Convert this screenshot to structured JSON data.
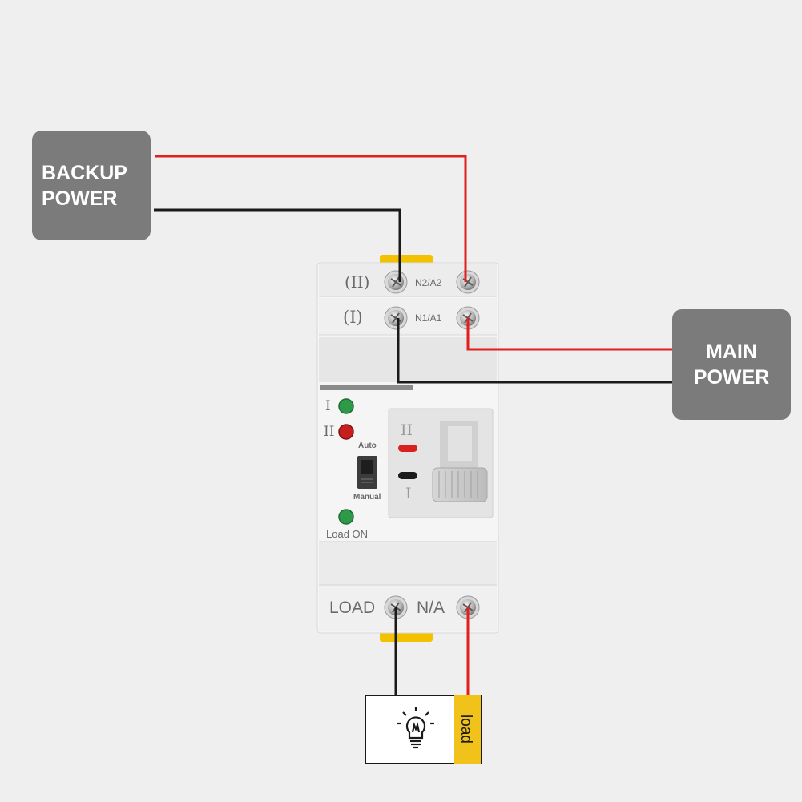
{
  "sources": {
    "backup": {
      "line1": "BACKUP",
      "line2": "POWER"
    },
    "main": {
      "line1": "MAIN",
      "line2": "POWER"
    }
  },
  "switch": {
    "terminal_ii_symbol": "(II)",
    "terminal_ii_label": "N2/A2",
    "terminal_i_symbol": "(I)",
    "terminal_i_label": "N1/A1",
    "indicator_i": "I",
    "indicator_ii": "II",
    "mode_auto": "Auto",
    "mode_manual": "Manual",
    "load_on": "Load ON",
    "position_ii": "II",
    "position_i": "I",
    "load_label": "LOAD",
    "na_label": "N/A"
  },
  "load_tag": "load",
  "colors": {
    "live_wire": "#e0201e",
    "neutral_wire": "#1a1a1a",
    "source_box": "#7b7b7b",
    "indicator_green": "#2e9a48",
    "indicator_red": "#c81e1e",
    "din_clip": "#f2c200",
    "load_tag": "#f0c21a"
  }
}
